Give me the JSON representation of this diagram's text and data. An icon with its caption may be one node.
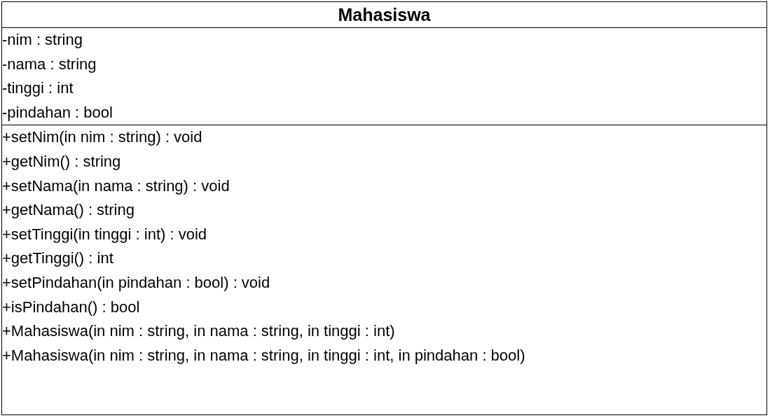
{
  "diagram": {
    "nodes": [
      {
        "text": [
          "Mahasiswa"
        ]
      },
      {
        "text": [
          "-nim : string",
          "-nama : string",
          "-tinggi : int",
          "-pindahan : bool"
        ],
        "in": 0
      },
      {
        "text": [
          "+setNim(in nim : string) : void",
          "+getNim() : string",
          "+setNama(in nama : string) : void",
          "+getNama() : string",
          "+setTinggi(in tinggi : int) : void",
          "+getTinggi() : int",
          "+setPindahan(in pindahan : bool) : void",
          "+isPindahan() : bool",
          "+Mahasiswa(in nim : string, in nama : string, in tinggi : int)",
          "+Mahasiswa(in nim : string, in nama : string, in tinggi : int, in pindahan : bool)"
        ],
        "in": 0
      }
    ]
  }
}
